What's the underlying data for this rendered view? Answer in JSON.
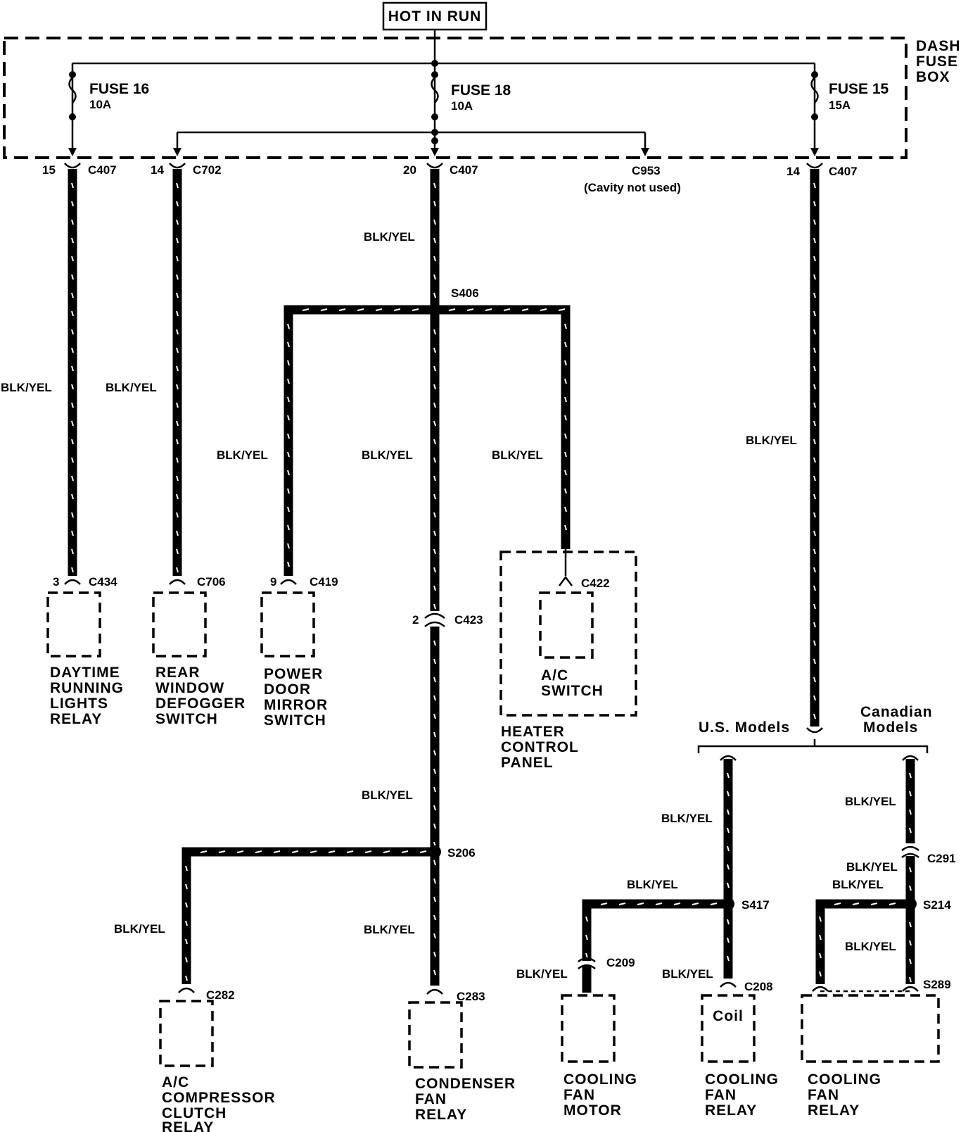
{
  "title": "HOT IN RUN",
  "fuse_box": [
    "DASH",
    "FUSE",
    "BOX"
  ],
  "fuses": [
    {
      "name": "FUSE 16",
      "rating": "10A"
    },
    {
      "name": "FUSE 18",
      "rating": "10A"
    },
    {
      "name": "FUSE 15",
      "rating": "15A"
    }
  ],
  "wire_color": "BLK/YEL",
  "pins": {
    "p15": "15",
    "p14a": "14",
    "p20": "20",
    "p14b": "14",
    "p3": "3",
    "p9": "9",
    "p2": "2"
  },
  "connectors": {
    "c407a": "C407",
    "c702": "C702",
    "c407b": "C407",
    "c953": "C953",
    "c407c": "C407",
    "c434": "C434",
    "c706": "C706",
    "c419": "C419",
    "c422": "C422",
    "c423": "C423",
    "c282": "C282",
    "c283": "C283",
    "c209": "C209",
    "c208": "C208",
    "c291": "C291"
  },
  "cavity_note": "(Cavity not used)",
  "splices": {
    "s406": "S406",
    "s206": "S206",
    "s417": "S417",
    "s214": "S214",
    "s289": "S289"
  },
  "models": {
    "us": "U.S. Models",
    "canadian": [
      "Canadian",
      "Models"
    ]
  },
  "coil": "Coil",
  "components": {
    "drl": [
      "DAYTIME",
      "RUNNING",
      "LIGHTS",
      "RELAY"
    ],
    "defogger": [
      "REAR",
      "WINDOW",
      "DEFOGGER",
      "SWITCH"
    ],
    "mirror": [
      "POWER",
      "DOOR",
      "MIRROR",
      "SWITCH"
    ],
    "ac_switch": [
      "A/C",
      "SWITCH"
    ],
    "heater": [
      "HEATER",
      "CONTROL",
      "PANEL"
    ],
    "compressor": [
      "A/C",
      "COMPRESSOR",
      "CLUTCH",
      "RELAY"
    ],
    "condenser": [
      "CONDENSER",
      "FAN",
      "RELAY"
    ],
    "fan_motor": [
      "COOLING",
      "FAN",
      "MOTOR"
    ],
    "fan_relay_us": [
      "COOLING",
      "FAN",
      "RELAY"
    ],
    "fan_relay_ca": [
      "COOLING",
      "FAN",
      "RELAY"
    ]
  }
}
